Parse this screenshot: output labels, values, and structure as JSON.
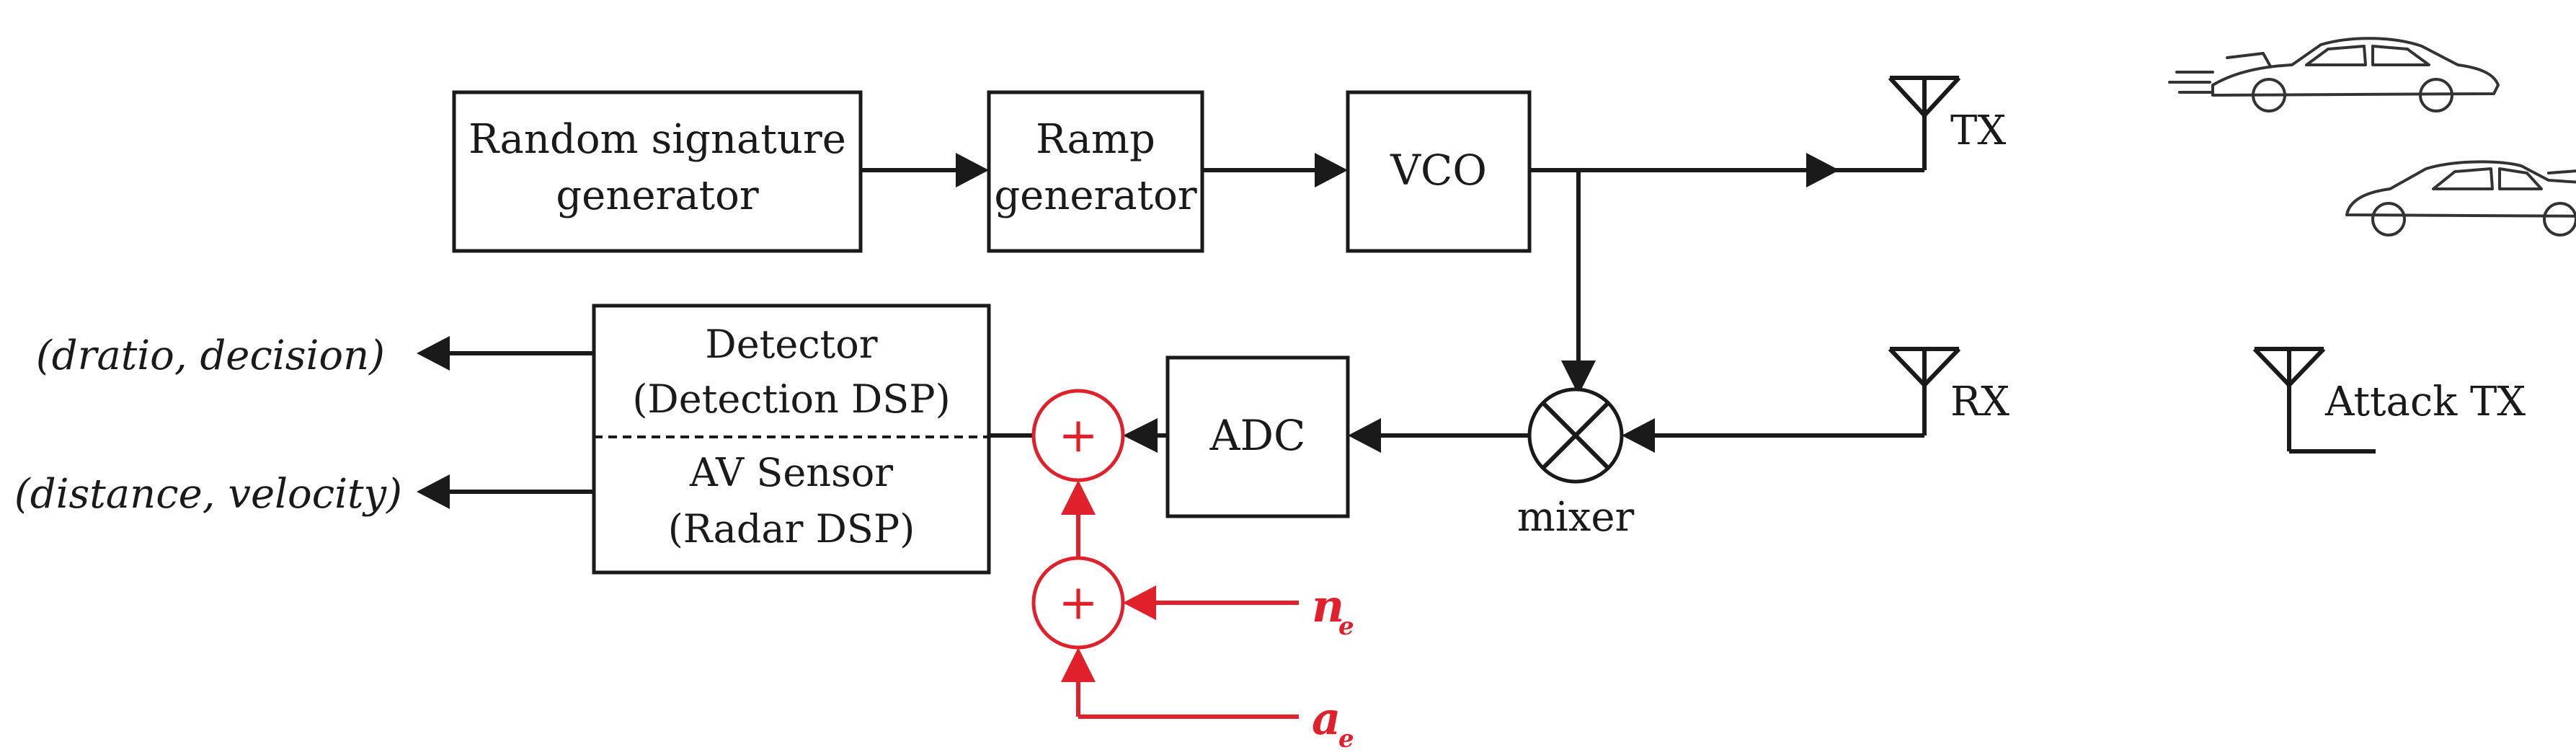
{
  "blocks": {
    "random_sig": [
      "Random signature",
      "generator"
    ],
    "ramp": [
      "Ramp",
      "generator"
    ],
    "vco": "VCO",
    "adc": "ADC",
    "detector": [
      "Detector",
      "(Detection DSP)"
    ],
    "av_sensor": [
      "AV Sensor",
      "(Radar DSP)"
    ]
  },
  "labels": {
    "tx": "TX",
    "rx": "RX",
    "attack_tx": "Attack TX",
    "mixer": "mixer",
    "output_detector": "(dratio, decision)",
    "output_sensor": "(distance, velocity)",
    "noise_main": "n",
    "noise_sub": "e",
    "attack_main": "a",
    "attack_sub": "e",
    "adder_symbol": "+"
  },
  "colors": {
    "ink": "#1a1a1a",
    "injection": "#e0202a"
  },
  "icons": [
    "antenna-icon",
    "car-icon",
    "mixer-icon",
    "adder-icon"
  ]
}
